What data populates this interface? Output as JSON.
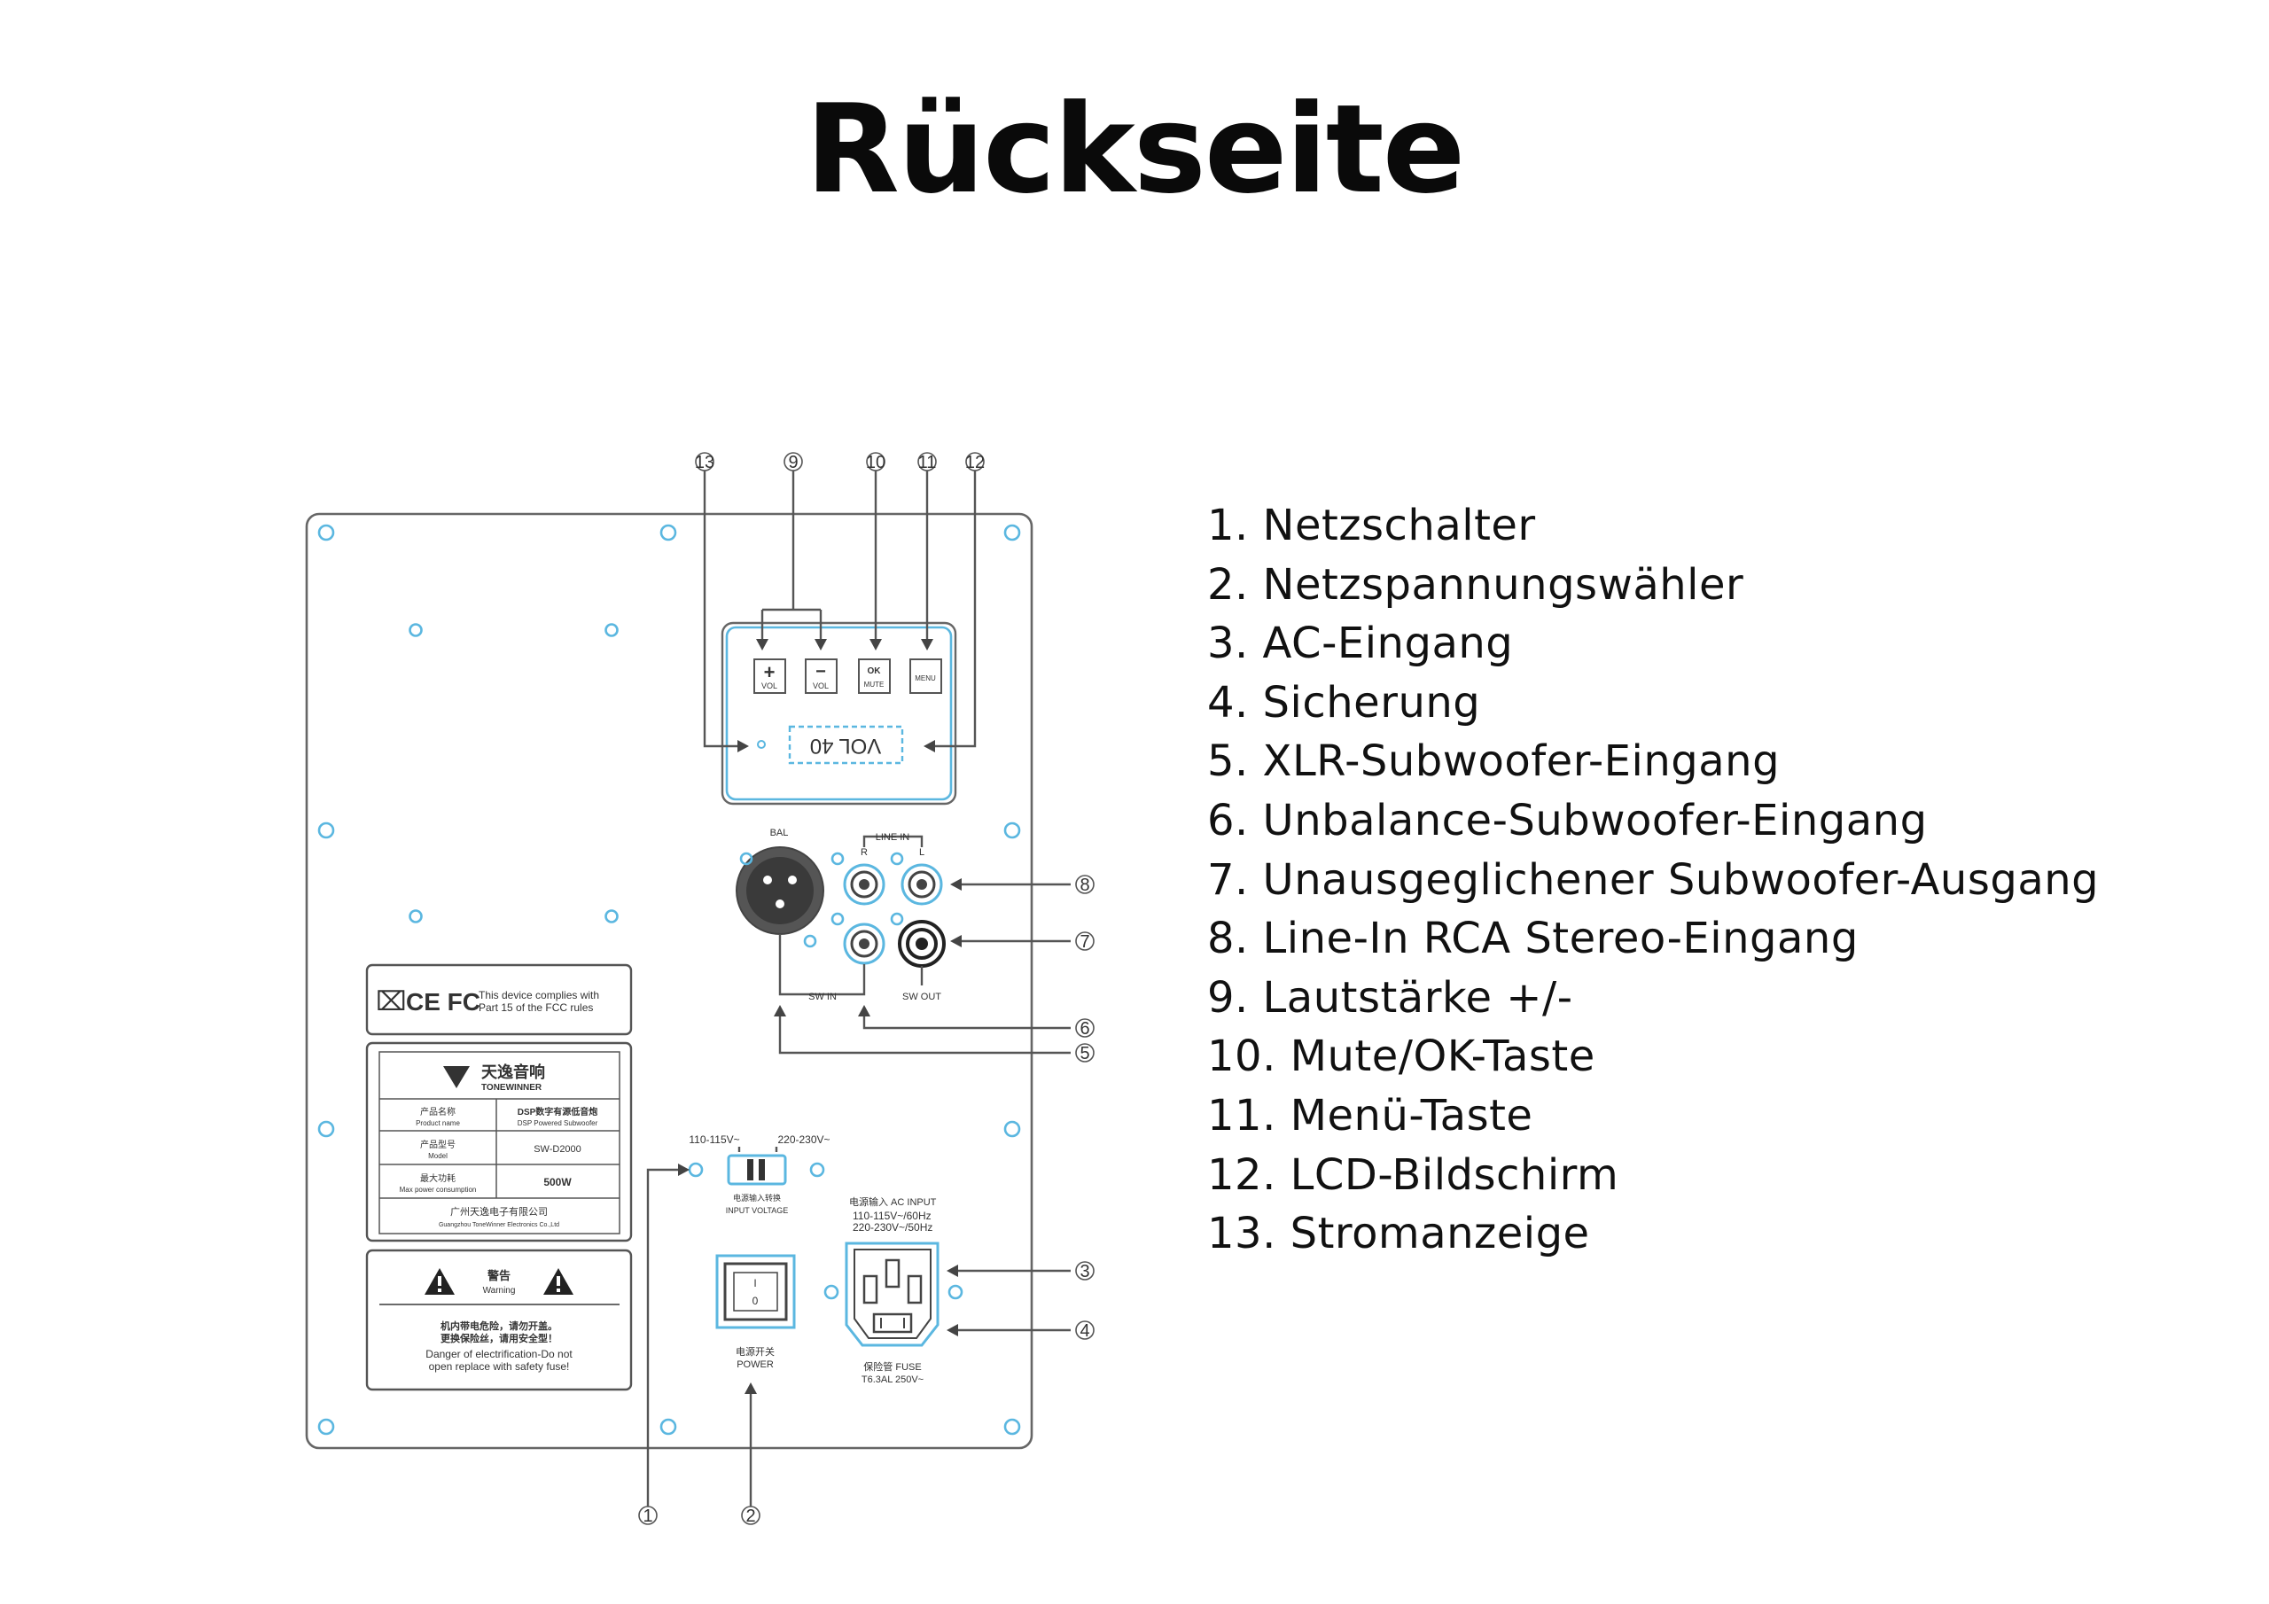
{
  "title": "Rückseite",
  "legend": [
    "1. Netzschalter",
    "2. Netzspannungswähler",
    "3. AC-Eingang",
    "4. Sicherung",
    "5. XLR-Subwoofer-Eingang",
    "6. Unbalance-Subwoofer-Eingang",
    "7. Unausgeglichener Subwoofer-Ausgang",
    "8. Line-In RCA Stereo-Eingang",
    "9. Lautstärke +/-",
    "10. Mute/OK-Taste",
    "11. Menü-Taste",
    "12. LCD-Bildschirm",
    "13. Stromanzeige"
  ],
  "callouts": [
    "1",
    "2",
    "3",
    "4",
    "5",
    "6",
    "7",
    "8",
    "9",
    "10",
    "11",
    "12",
    "13"
  ],
  "panel": {
    "buttons": {
      "vol_plus": "+",
      "vol_plus_sub": "VOL",
      "vol_minus": "−",
      "vol_minus_sub": "VOL",
      "mute": "OK",
      "mute_sub": "MUTE",
      "menu": "MENU"
    },
    "lcd": "VOL 40",
    "line_in": "LINE IN",
    "r": "R",
    "l": "L",
    "bal": "BAL",
    "sw_in": "SW IN",
    "sw_out": "SW OUT",
    "voltage_low": "110-115V~",
    "voltage_high": "220-230V~",
    "input_voltage_cn": "电源输入转换",
    "input_voltage": "INPUT VOLTAGE",
    "power_cn": "电源开关",
    "power": "POWER",
    "switch_on": "I",
    "switch_off": "0",
    "ac_input_cn": "电源输入 AC INPUT",
    "ac_input_1": "110-115V~/60Hz",
    "ac_input_2": "220-230V~/50Hz",
    "fuse_cn": "保险管 FUSE",
    "fuse": "T6.3AL 250V~"
  },
  "compliance": {
    "marks": "CE FC",
    "text_1": "This device complies with",
    "text_2": "Part 15 of the FCC rules"
  },
  "nameplate": {
    "brand_cn": "天逸音响",
    "brand": "TONEWINNER",
    "row1_label_cn": "产品名称",
    "row1_label": "Product name",
    "row1_value_cn": "DSP数字有源低音炮",
    "row1_value": "DSP Powered Subwoofer",
    "row2_label_cn": "产品型号",
    "row2_label": "Model",
    "row2_value": "SW-D2000",
    "row3_label_cn": "最大功耗",
    "row3_label": "Max power consumption",
    "row3_value": "500W",
    "company_cn": "广州天逸电子有限公司",
    "company": "Guangzhou ToneWinner Electronics Co.,Ltd"
  },
  "warning": {
    "title_cn": "警告",
    "title": "Warning",
    "line1_cn": "机内带电危险，请勿开盖。",
    "line2_cn": "更换保险丝，请用安全型！",
    "line3": "Danger of electrification-Do not",
    "line4": "open replace with safety fuse!"
  }
}
